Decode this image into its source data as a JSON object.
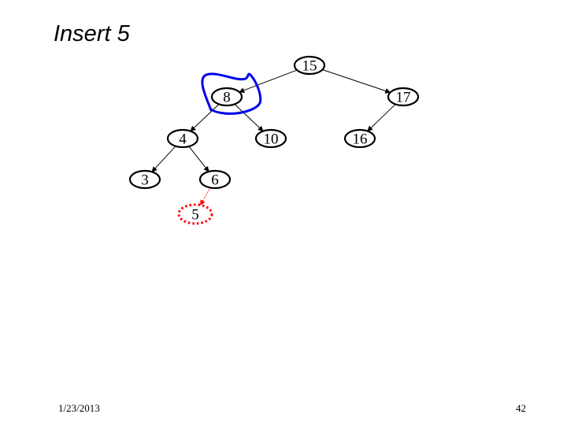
{
  "slide": {
    "title": "Insert 5",
    "date": "1/23/2013",
    "page_number": "42"
  },
  "tree": {
    "nodes": [
      {
        "id": "15",
        "label": "15"
      },
      {
        "id": "8",
        "label": "8"
      },
      {
        "id": "17",
        "label": "17"
      },
      {
        "id": "4",
        "label": "4"
      },
      {
        "id": "10",
        "label": "10"
      },
      {
        "id": "16",
        "label": "16"
      },
      {
        "id": "3",
        "label": "3"
      },
      {
        "id": "6",
        "label": "6"
      }
    ],
    "edges": [
      {
        "from": "15",
        "to": "8"
      },
      {
        "from": "15",
        "to": "17"
      },
      {
        "from": "8",
        "to": "4"
      },
      {
        "from": "8",
        "to": "10"
      },
      {
        "from": "17",
        "to": "16"
      },
      {
        "from": "4",
        "to": "3"
      },
      {
        "from": "4",
        "to": "6"
      }
    ],
    "inserted_node": {
      "id": "5",
      "label": "5",
      "parent": "6"
    },
    "colors": {
      "node_stroke": "#000000",
      "inserted_stroke": "#ff0000",
      "highlight": "#0000ee"
    }
  }
}
